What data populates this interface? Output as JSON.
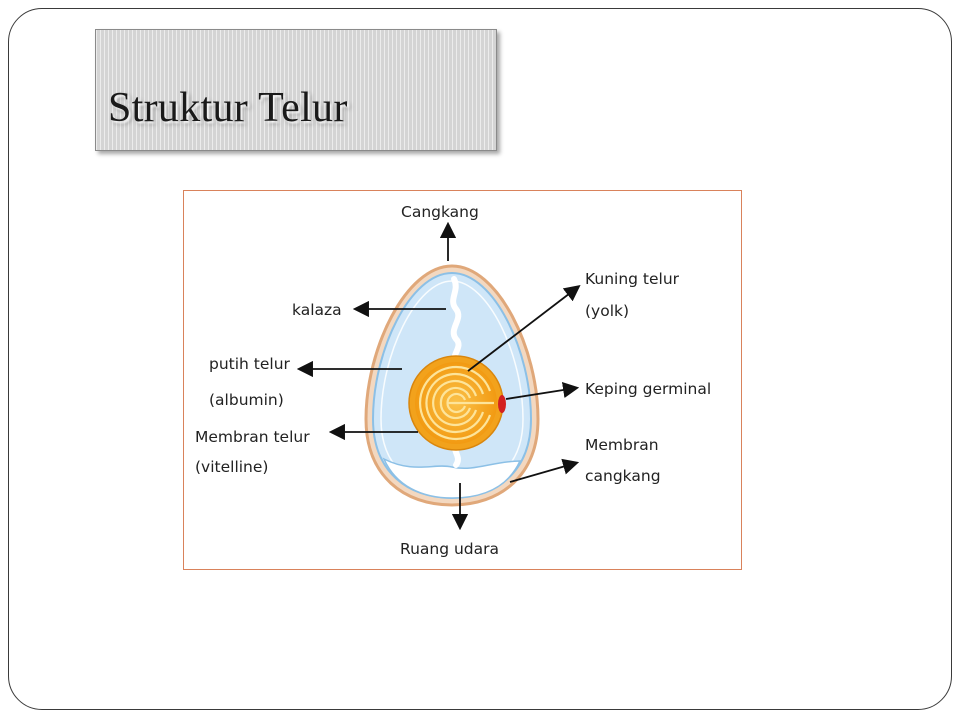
{
  "slide": {
    "title": "Struktur Telur"
  },
  "diagram": {
    "labels": {
      "cangkang": "Cangkang",
      "kalaza": "kalaza",
      "putih_telur_1": "putih telur",
      "putih_telur_2": "(albumin)",
      "membran_telur_1": "Membran telur",
      "membran_telur_2": "(vitelline)",
      "kuning_telur_1": "Kuning telur",
      "kuning_telur_2": "(yolk)",
      "keping_germinal": "Keping germinal",
      "membran_cangkang_1": "Membran",
      "membran_cangkang_2": "cangkang",
      "ruang_udara": "Ruang udara"
    },
    "colors": {
      "shell": "#e8b48a",
      "albumen": "#cfe6f8",
      "inner_membrane": "#7fb8e0",
      "yolk": "#f6a623",
      "yolk_rings": "#fbd06b",
      "germinal_disc": "#d32020",
      "arrow": "#111111",
      "frame": "#d9825b"
    }
  }
}
